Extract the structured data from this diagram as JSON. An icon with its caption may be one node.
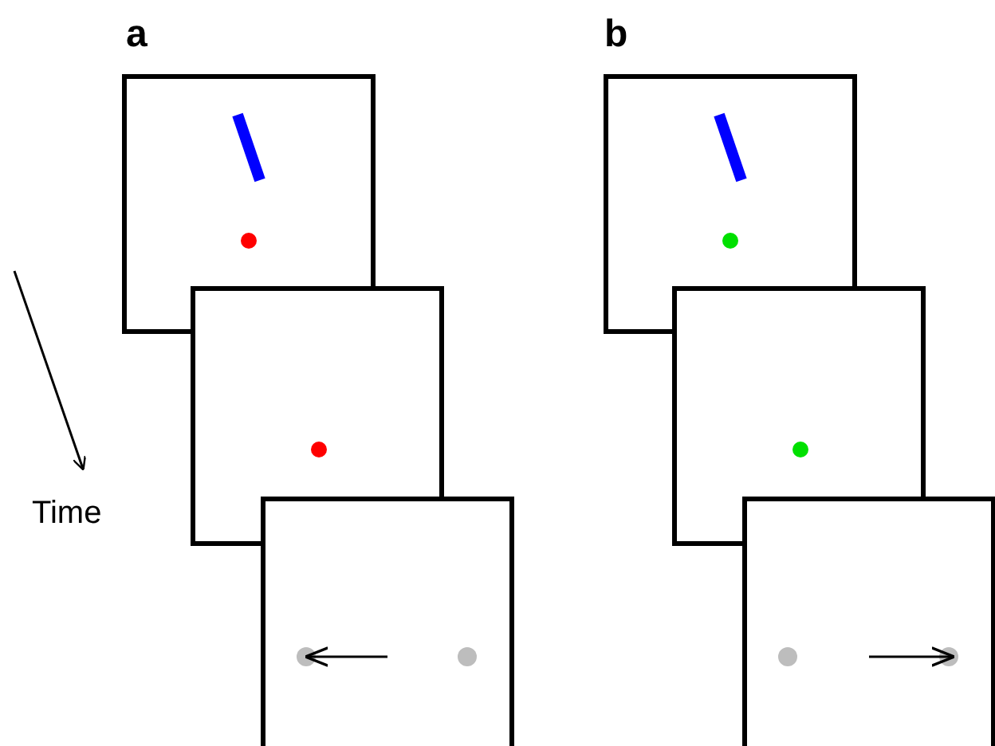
{
  "diagram": {
    "labels": [
      "a",
      "b",
      "Time"
    ]
  }
}
